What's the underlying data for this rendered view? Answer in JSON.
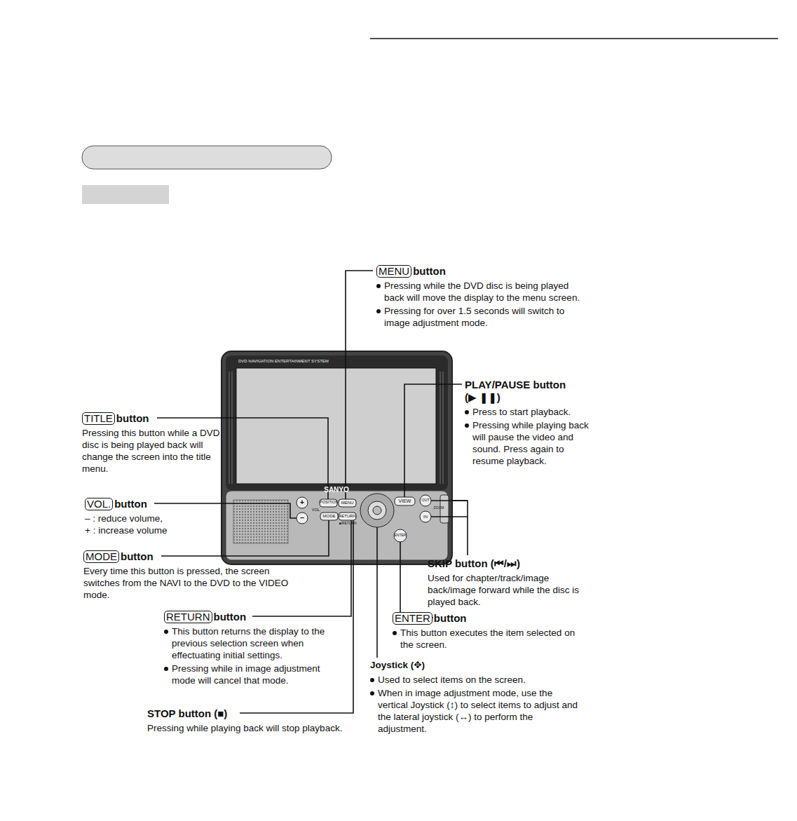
{
  "diagram": {
    "labels": [
      "MENU",
      "button",
      "Pressing while the DVD disc is being played back will move the display to the menu screen.",
      "Pressing for over 1.5 seconds will switch to image adjustment mode.",
      "PLAY/PAUSE button (▶ ❚❚)",
      "Press to start playback.",
      "Pressing while playing back will pause the video and sound. Press again to resume playback.",
      "TITLE",
      "button",
      "Pressing this button while a DVD disc is being played back will change the screen into the title menu.",
      "VOL.",
      "button",
      "– : reduce volume,",
      "+ : increase volume",
      "MODE",
      "button",
      "Every time this button is pressed, the screen switches from the NAVI to the DVD to the VIDEO mode.",
      "SKIP button (⏮/⏭)",
      "Used for chapter/track/image back/image forward while the disc is played back.",
      "RETURN",
      "button",
      "This button returns the display to the previous selection screen when effectuating initial settings.",
      "Pressing while in image adjustment mode will cancel that mode.",
      "ENTER",
      "button",
      "This button executes the item selected on the screen.",
      "Joystick (✥)",
      "Used to select items on the screen.",
      "When in image adjustment mode, use the vertical Joystick (↕) to select items to adjust and the lateral joystick (↔) to perform the adjustment.",
      "STOP button (■)",
      "Pressing while playing back will stop playback.",
      "DVD NAVIGATION ENTERTAINMENT SYSTEM",
      "SANYO",
      "POSITION",
      "MENU",
      "VOL.",
      "+",
      "–",
      "MODE",
      "RETURN",
      "■/RETURN",
      "VIEW",
      "OUT",
      "IN",
      "ZOOM",
      "ENTER"
    ]
  }
}
